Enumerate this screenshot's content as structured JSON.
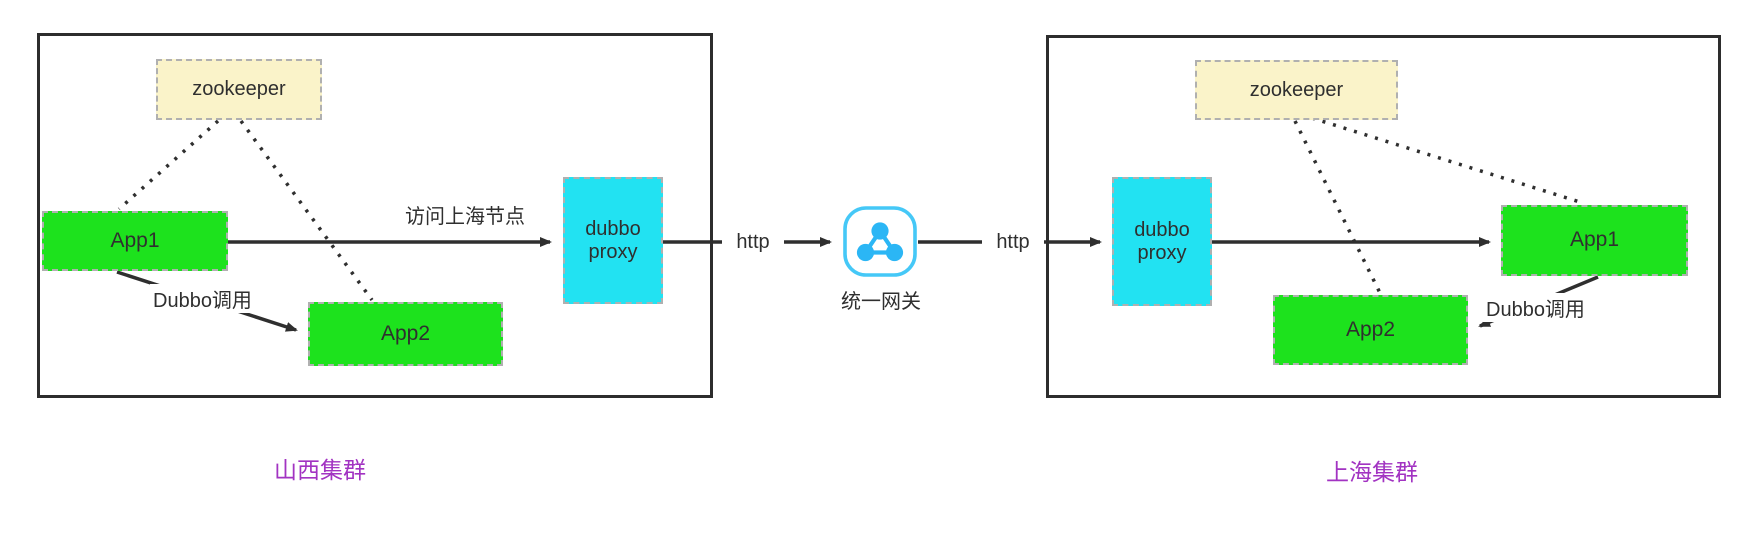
{
  "diagram_title": "dubbo cross-cluster call via unified gateway",
  "colors": {
    "node_green": "#1de21d",
    "node_cyan": "#22e2f2",
    "node_yellow": "#faf3c9",
    "caption_purple": "#a233c2",
    "gateway_blue": "#45c8f7",
    "line_dark": "#2f2f2f"
  },
  "left_cluster": {
    "caption": "山西集群",
    "zookeeper": "zookeeper",
    "app1": "App1",
    "app2": "App2",
    "proxy": "dubbo proxy",
    "edge_app1_to_proxy": "访问上海节点",
    "edge_app1_to_app2": "Dubbo调用"
  },
  "gateway": {
    "caption": "统一网关",
    "icon": "network-nodes-icon"
  },
  "links": {
    "http_left": "http",
    "http_right": "http"
  },
  "right_cluster": {
    "caption": "上海集群",
    "zookeeper": "zookeeper",
    "app1": "App1",
    "app2": "App2",
    "proxy": "dubbo proxy",
    "edge_app1_to_app2": "Dubbo调用"
  }
}
